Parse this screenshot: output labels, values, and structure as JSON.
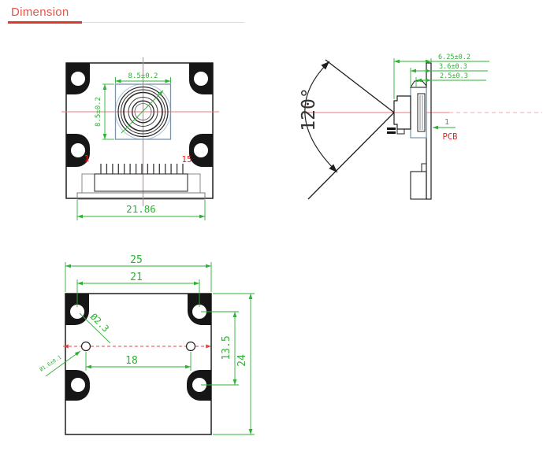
{
  "title": {
    "text": "Dimension"
  },
  "front_view": {
    "dim_lens_width": "8.5±0.2",
    "dim_lens_height": "8.5±0.2",
    "dim_connector_width": "21.86",
    "pin_first_label": "1",
    "pin_last_label": "15"
  },
  "side_view": {
    "fov_angle": "120°",
    "dim_total_depth": "6.25±0.2",
    "dim_holder_depth": "3.6±0.3",
    "dim_lens_base_depth": "2.5±0.3",
    "dim_pcb_thickness": "1",
    "pcb_label": "PCB"
  },
  "rear_view": {
    "dim_board_width": "25",
    "dim_mount_hole_spacing_h": "21",
    "dim_board_height": "24",
    "dim_mount_hole_spacing_v": "13.5",
    "dim_locating_hole_spacing": "18",
    "dim_mount_hole_diameter": "Ø2.3",
    "dim_locating_hole_diameter": "Ø1.6±0.1"
  },
  "colors": {
    "dimension_green": "#2eb135",
    "centerline_red": "#e87a7a",
    "label_red": "#e32222",
    "title_red": "#e2574a",
    "outline_dark": "#1f1f1f",
    "lens_gray_blue": "#7b92a8"
  }
}
